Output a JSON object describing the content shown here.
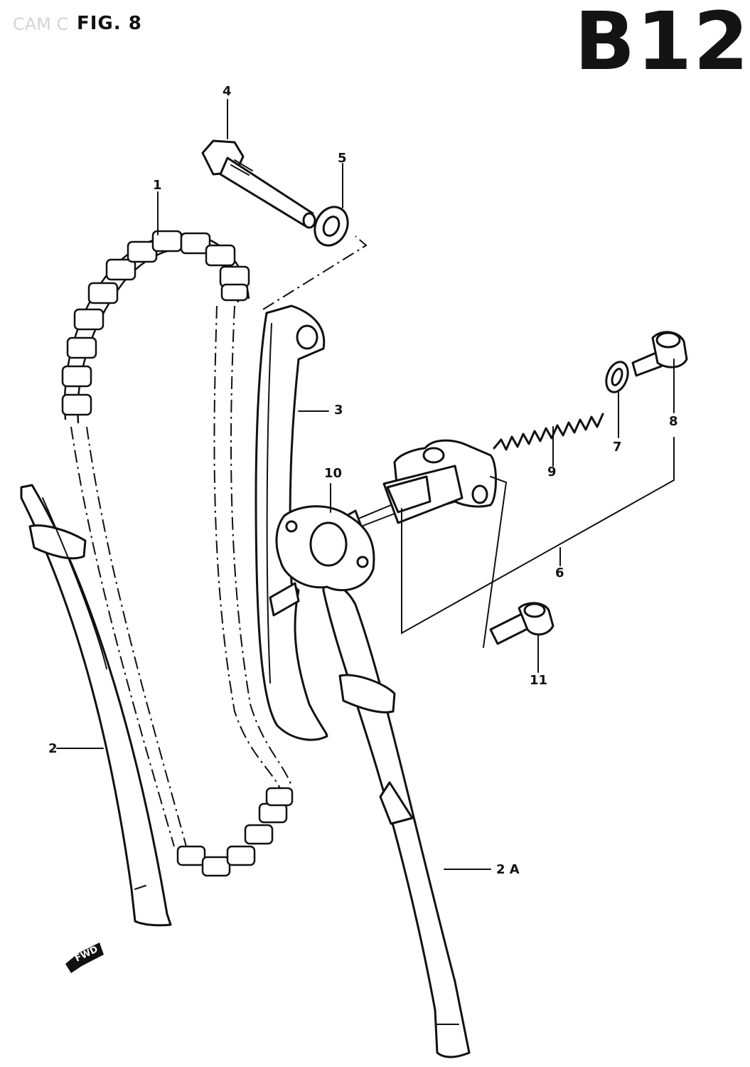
{
  "header": {
    "ghost_text": "CAM C",
    "figure_label": "FIG. 8",
    "diagram_code": "B12"
  },
  "callouts": [
    {
      "id": "1",
      "label": "1"
    },
    {
      "id": "2",
      "label": "2"
    },
    {
      "id": "2a",
      "label": "2 A"
    },
    {
      "id": "3",
      "label": "3"
    },
    {
      "id": "4",
      "label": "4"
    },
    {
      "id": "5",
      "label": "5"
    },
    {
      "id": "6",
      "label": "6"
    },
    {
      "id": "7",
      "label": "7"
    },
    {
      "id": "8",
      "label": "8"
    },
    {
      "id": "9",
      "label": "9"
    },
    {
      "id": "10",
      "label": "10"
    },
    {
      "id": "11",
      "label": "11"
    }
  ],
  "forward_arrow": {
    "label": "FWD"
  },
  "colors": {
    "ink": "#111111",
    "paper": "#ffffff"
  }
}
